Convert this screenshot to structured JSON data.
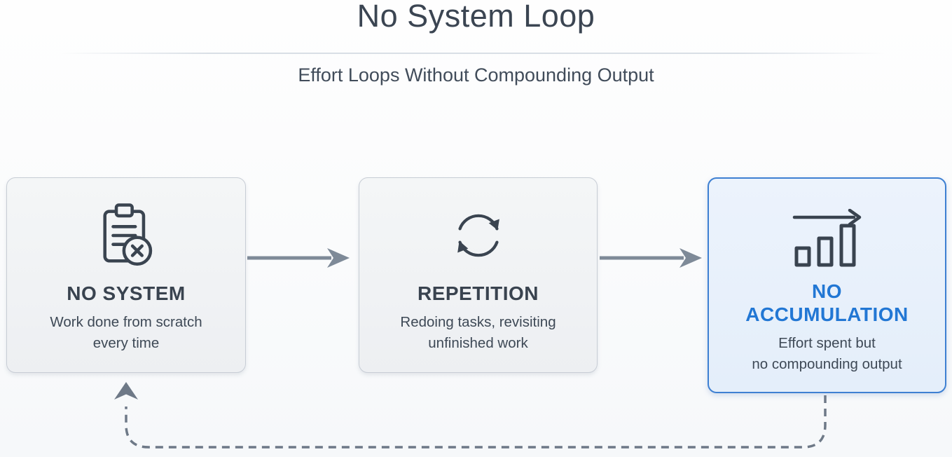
{
  "header": {
    "title": "No System Loop",
    "subtitle": "Effort Loops Without Compounding Output"
  },
  "steps": [
    {
      "title": "NO SYSTEM",
      "description": "Work done from scratch\nevery time",
      "icon": "clipboard-x-icon",
      "highlighted": false
    },
    {
      "title": "REPETITION",
      "description": "Redoing tasks, revisiting\nunfinished work",
      "icon": "loop-arrows-icon",
      "highlighted": false
    },
    {
      "title": "NO\nACCUMULATION",
      "description": "Effort spent but\nno compounding output",
      "icon": "flat-bar-chart-icon",
      "highlighted": true
    }
  ],
  "connectors": {
    "forward_arrow_count": 2,
    "feedback_loop": "dashed arrow from NO ACCUMULATION back to NO SYSTEM"
  },
  "colors": {
    "text_dark": "#3a4450",
    "accent_blue": "#2277d4",
    "card_gray_bg": "#f1f3f5",
    "card_gray_border": "#c7cdd5",
    "card_blue_bg": "#e9f1fb",
    "card_blue_border": "#3e80d2",
    "solid_arrow": "#7e8a98",
    "dashed_loop": "#6e7987"
  }
}
